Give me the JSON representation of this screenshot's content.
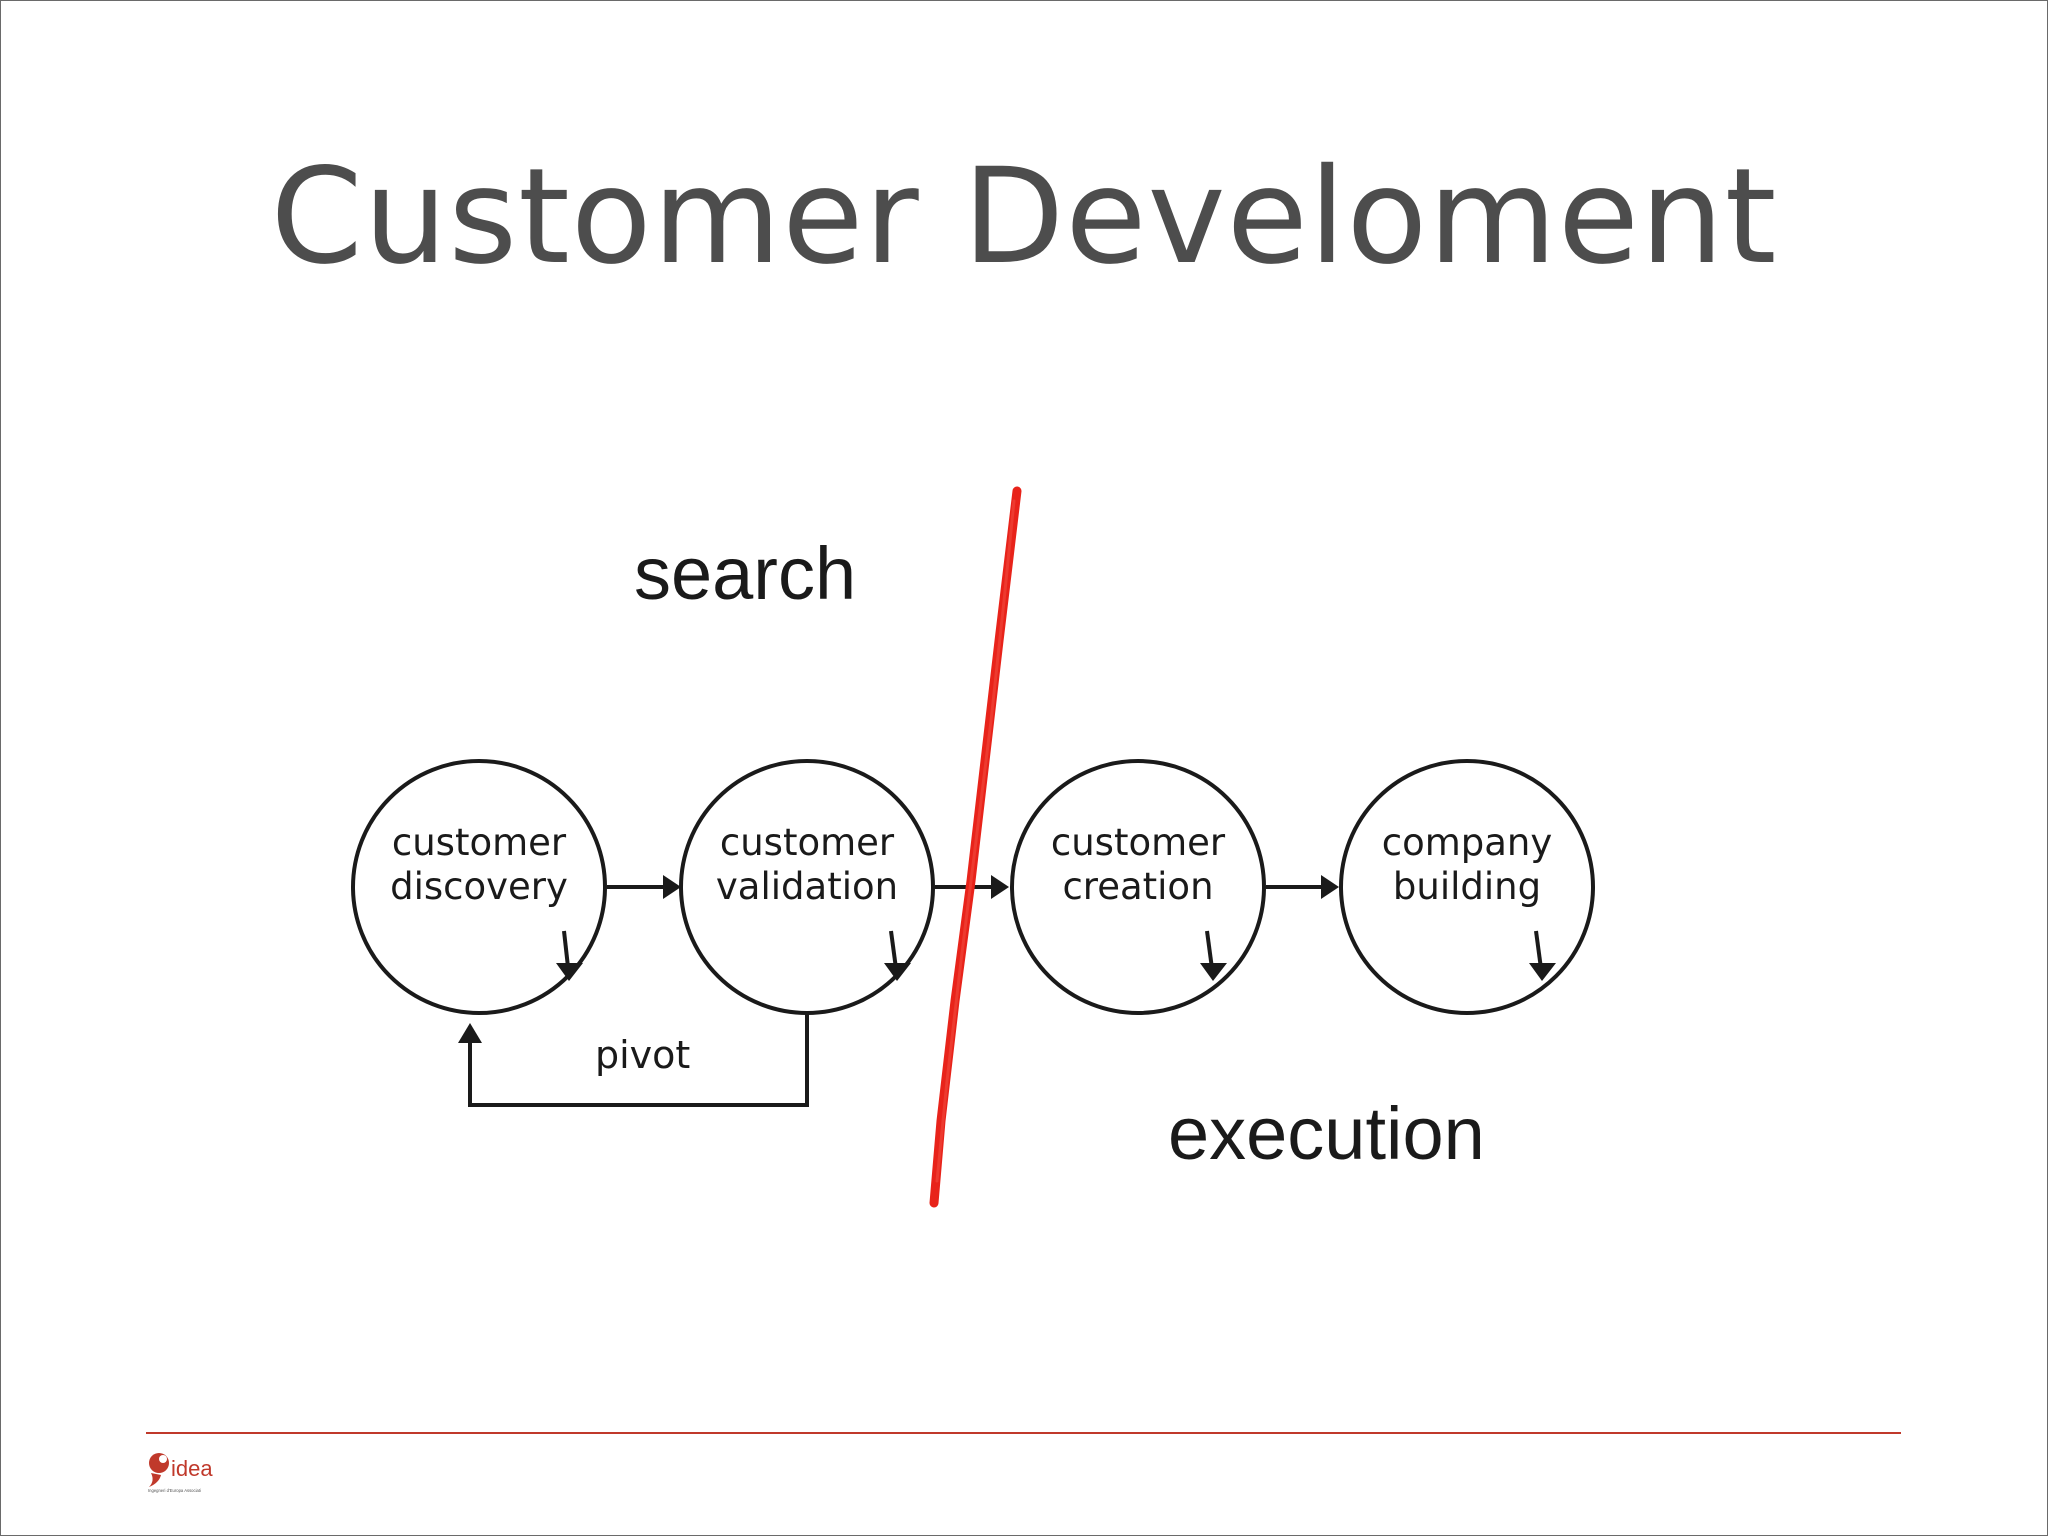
{
  "slide": {
    "title": "Customer Develoment"
  },
  "diagram": {
    "phases": {
      "search": "search",
      "execution": "execution"
    },
    "nodes": [
      {
        "line1": "customer",
        "line2": "discovery"
      },
      {
        "line1": "customer",
        "line2": "validation"
      },
      {
        "line1": "customer",
        "line2": "creation"
      },
      {
        "line1": "company",
        "line2": "building"
      }
    ],
    "pivot_label": "pivot",
    "divider_color": "#e8231a"
  },
  "footer": {
    "rule_color": "#c0392b",
    "logo_text": "idea",
    "logo_tagline": "Ingegneri d'Europa Associati",
    "brand_color": "#c0392b"
  }
}
